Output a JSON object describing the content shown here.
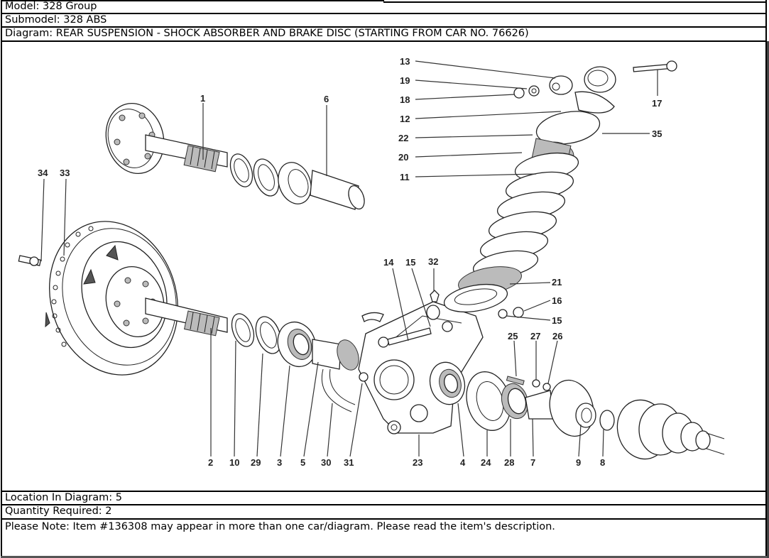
{
  "header": {
    "model": "Model: 328 Group",
    "submodel": "Submodel: 328 ABS",
    "diagram": "Diagram: REAR SUSPENSION - SHOCK ABSORBER AND BRAKE DISC (STARTING FROM CAR NO. 76626)"
  },
  "footer": {
    "location": "Location In Diagram: 5",
    "quantity": "Quantity Required: 2",
    "note": "Please Note: Item #136308 may appear in more than one car/diagram. Please read the item's description."
  },
  "diagram": {
    "callouts": [
      {
        "id": "c13",
        "text": "13"
      },
      {
        "id": "c19",
        "text": "19"
      },
      {
        "id": "c18",
        "text": "18"
      },
      {
        "id": "c12",
        "text": "12"
      },
      {
        "id": "c22",
        "text": "22"
      },
      {
        "id": "c20",
        "text": "20"
      },
      {
        "id": "c11",
        "text": "11"
      },
      {
        "id": "c17",
        "text": "17"
      },
      {
        "id": "c35",
        "text": "35"
      },
      {
        "id": "c1",
        "text": "1"
      },
      {
        "id": "c6",
        "text": "6"
      },
      {
        "id": "c34",
        "text": "34"
      },
      {
        "id": "c33",
        "text": "33"
      },
      {
        "id": "c14",
        "text": "14"
      },
      {
        "id": "c15a",
        "text": "15"
      },
      {
        "id": "c32",
        "text": "32"
      },
      {
        "id": "c21",
        "text": "21"
      },
      {
        "id": "c16",
        "text": "16"
      },
      {
        "id": "c15b",
        "text": "15"
      },
      {
        "id": "c25",
        "text": "25"
      },
      {
        "id": "c27",
        "text": "27"
      },
      {
        "id": "c26",
        "text": "26"
      },
      {
        "id": "c2",
        "text": "2"
      },
      {
        "id": "c10",
        "text": "10"
      },
      {
        "id": "c29",
        "text": "29"
      },
      {
        "id": "c3",
        "text": "3"
      },
      {
        "id": "c5",
        "text": "5"
      },
      {
        "id": "c30",
        "text": "30"
      },
      {
        "id": "c31",
        "text": "31"
      },
      {
        "id": "c23",
        "text": "23"
      },
      {
        "id": "c4",
        "text": "4"
      },
      {
        "id": "c24",
        "text": "24"
      },
      {
        "id": "c28",
        "text": "28"
      },
      {
        "id": "c7",
        "text": "7"
      },
      {
        "id": "c9",
        "text": "9"
      },
      {
        "id": "c8",
        "text": "8"
      }
    ]
  }
}
